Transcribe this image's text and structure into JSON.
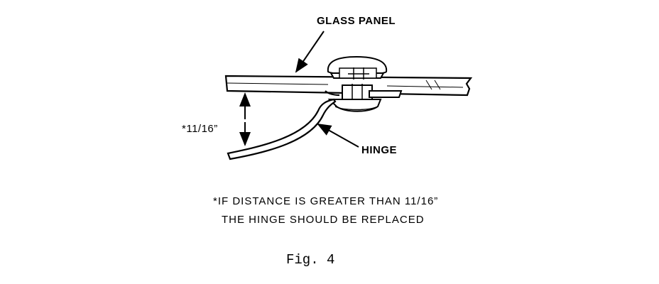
{
  "labels": {
    "glass_panel": "GLASS PANEL",
    "distance": "*11/16”",
    "hinge": "HINGE"
  },
  "note": {
    "line1": "*IF DISTANCE IS GREATER THAN 11/16”",
    "line2": "THE HINGE SHOULD BE REPLACED"
  },
  "caption": "Fig. 4"
}
